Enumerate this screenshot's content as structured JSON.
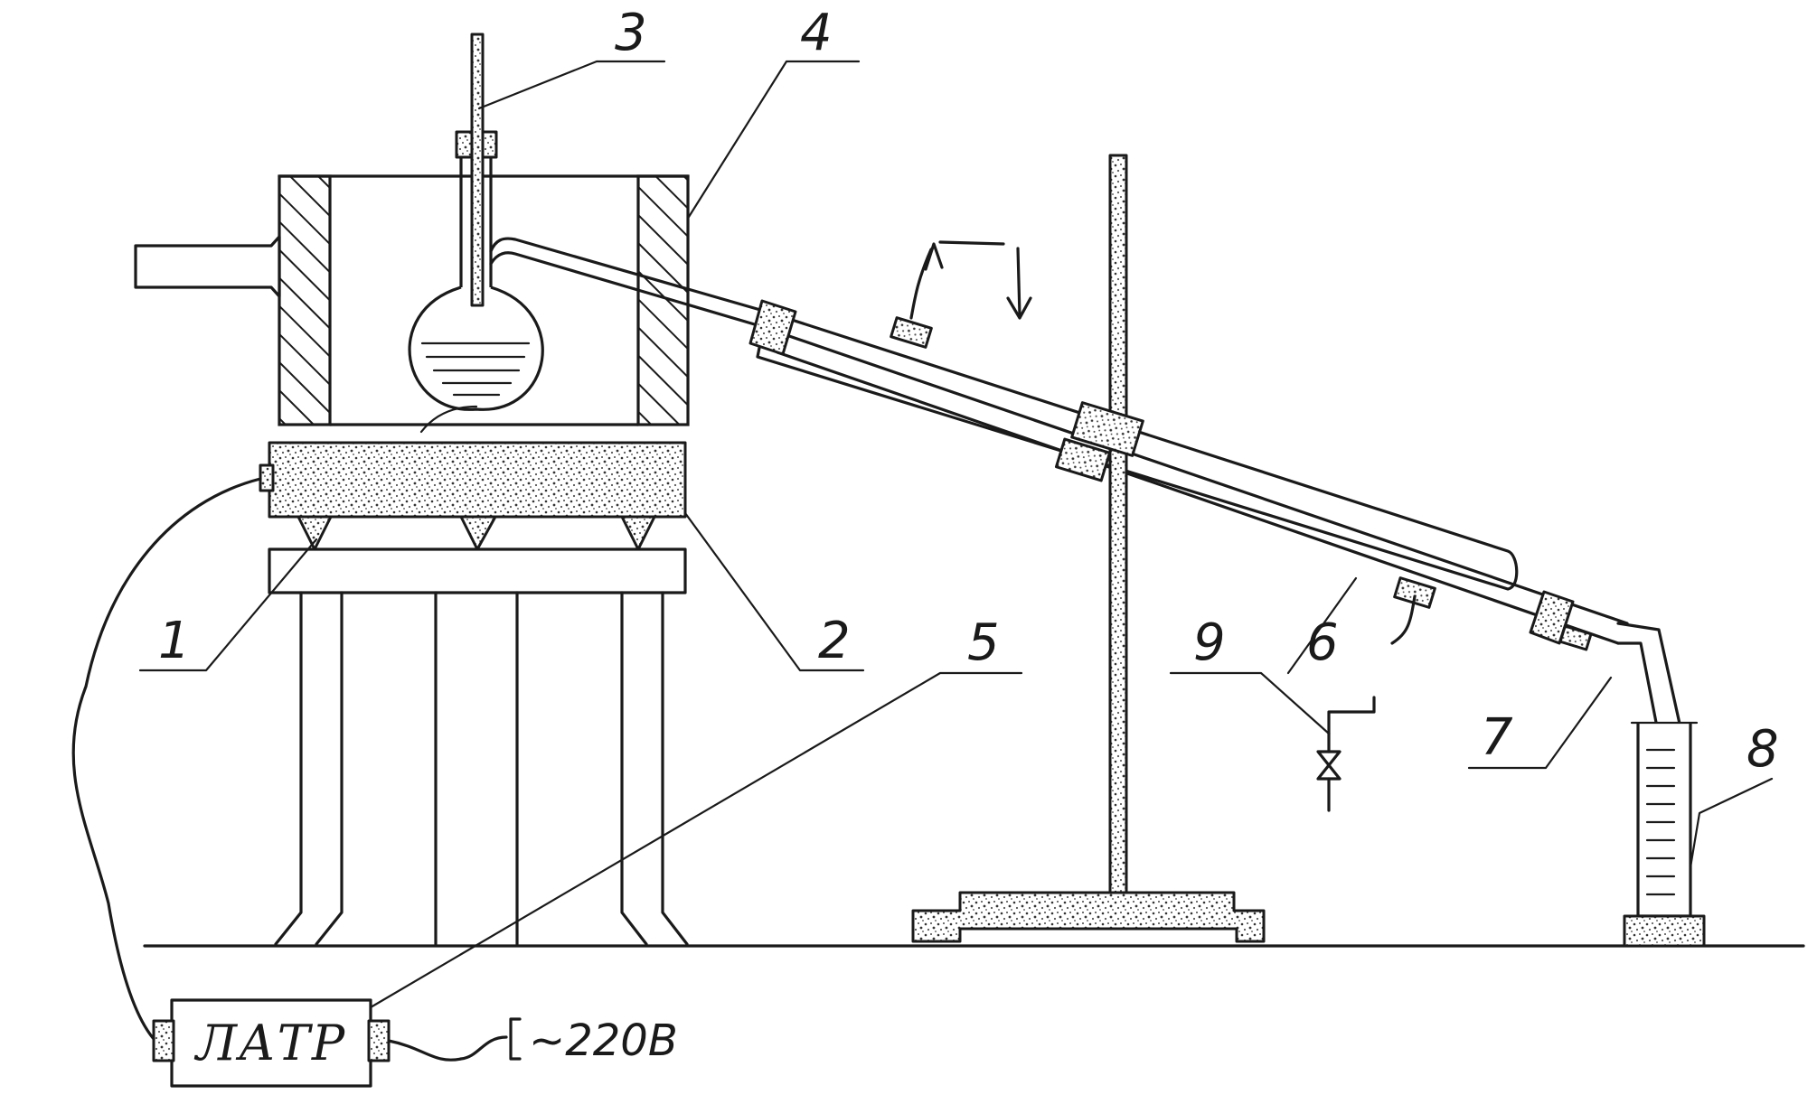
{
  "labels": {
    "heater": "1",
    "bath": "2",
    "thermometer": "3",
    "vessel_wall": "4",
    "regulator_link": "5",
    "condenser": "6",
    "adapter": "7",
    "cylinder": "8",
    "valve": "9"
  },
  "regulator": {
    "name": "ЛАТР",
    "power": "~220В"
  },
  "colors": {
    "ink": "#1a1a1a",
    "paper": "#ffffff"
  }
}
